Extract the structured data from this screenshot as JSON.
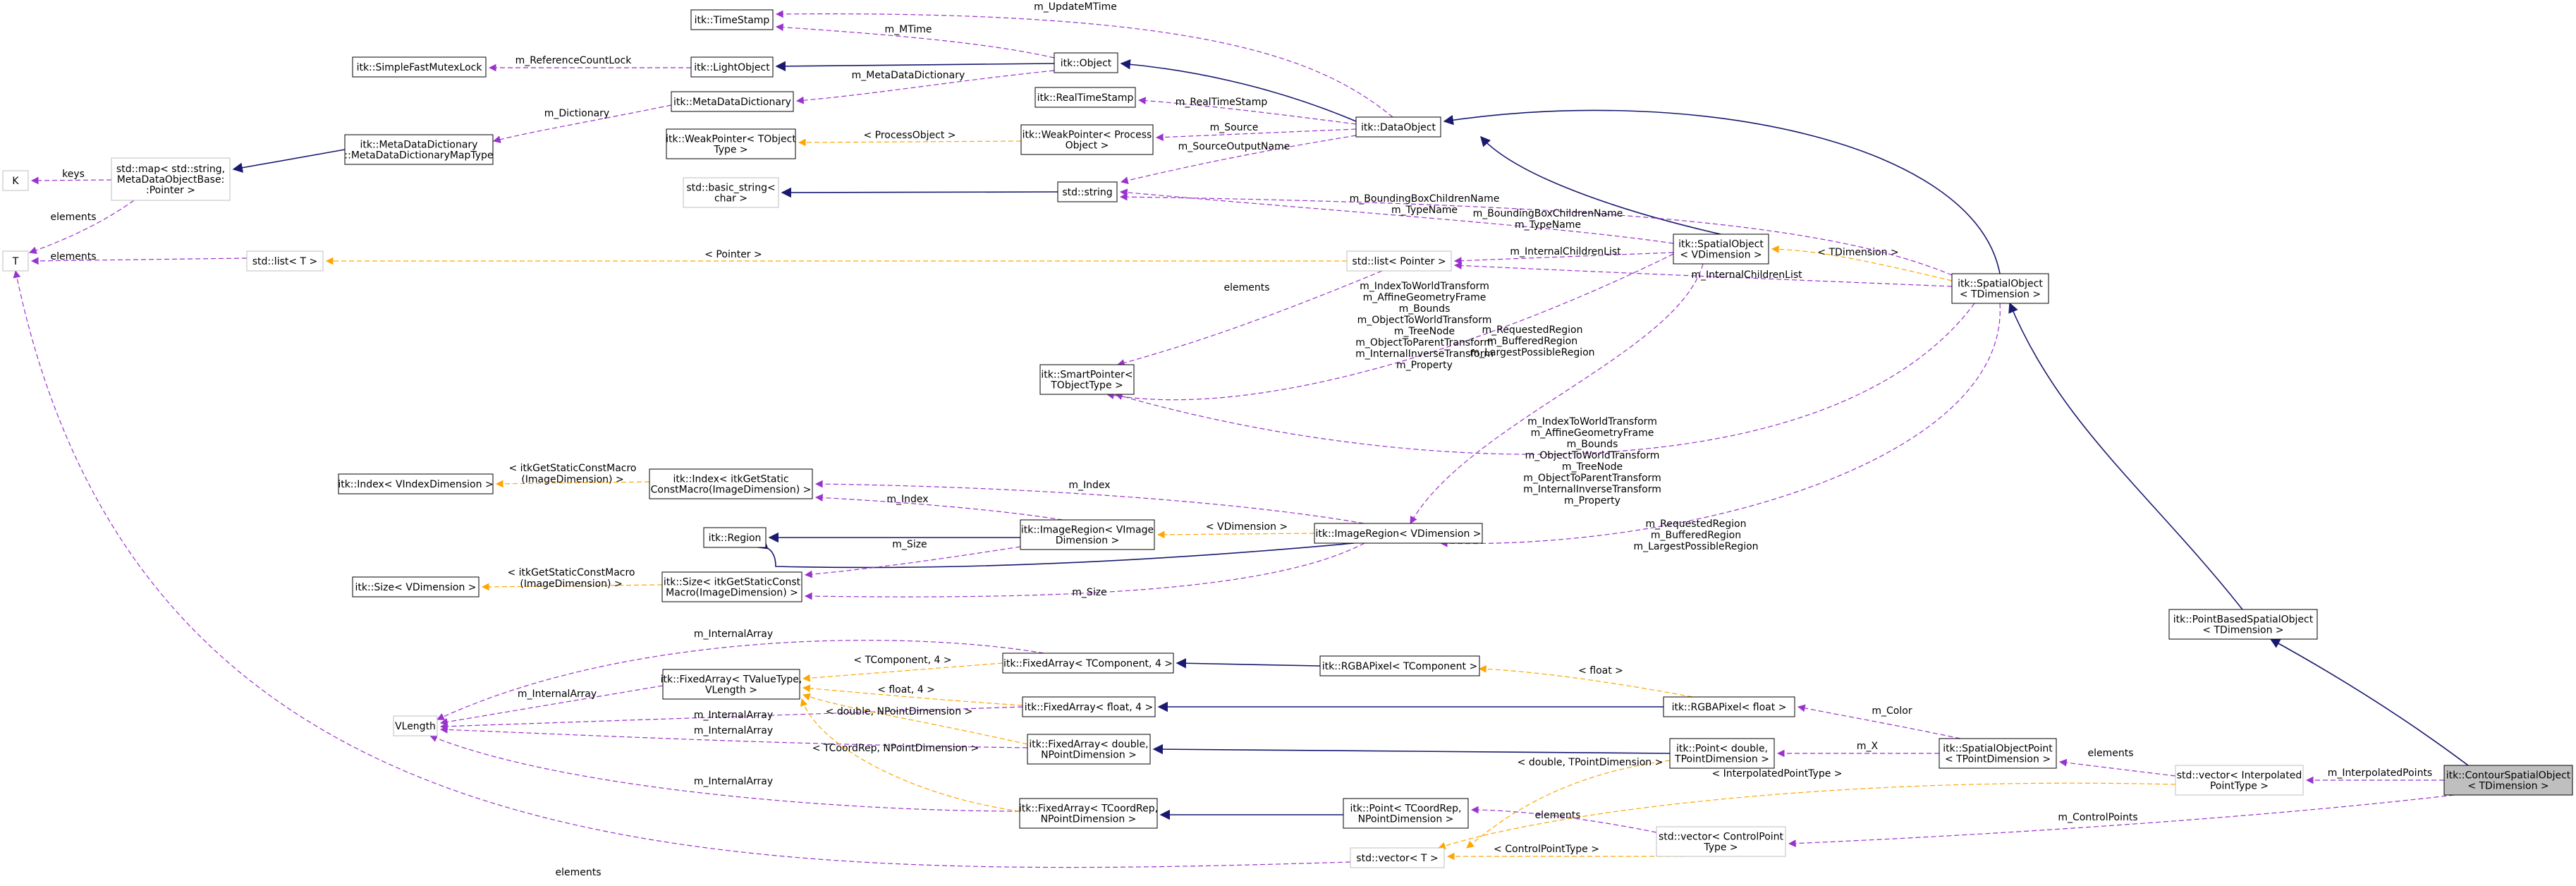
{
  "colors": {
    "inherit": "#191970",
    "member": "#9a32cd",
    "template": "#ffa500",
    "node_border": "#000000",
    "undocumented_border": "#bfbfbf",
    "focus_fill": "#bfbfbf"
  },
  "nodes": [
    {
      "id": "timestamp",
      "lines": [
        "itk::TimeStamp"
      ]
    },
    {
      "id": "mutexlock",
      "lines": [
        "itk::SimpleFastMutexLock"
      ]
    },
    {
      "id": "lightobject",
      "lines": [
        "itk::LightObject"
      ]
    },
    {
      "id": "object",
      "lines": [
        "itk::Object"
      ]
    },
    {
      "id": "metadatadict",
      "lines": [
        "itk::MetaDataDictionary"
      ]
    },
    {
      "id": "realtimestamp",
      "lines": [
        "itk::RealTimeStamp"
      ]
    },
    {
      "id": "dataobject",
      "lines": [
        "itk::DataObject"
      ]
    },
    {
      "id": "weakptr_tobject",
      "lines": [
        "itk::WeakPointer< TObject",
        "Type >"
      ]
    },
    {
      "id": "weakptr_process",
      "lines": [
        "itk::WeakPointer< Process",
        "Object >"
      ]
    },
    {
      "id": "k",
      "lines": [
        "K"
      ]
    },
    {
      "id": "stdmap",
      "lines": [
        "std::map< std::string,",
        "MetaDataObjectBase:",
        ":Pointer >"
      ]
    },
    {
      "id": "mddmaptype",
      "lines": [
        "itk::MetaDataDictionary",
        "::MetaDataDictionaryMapType"
      ]
    },
    {
      "id": "basicstring",
      "lines": [
        "std::basic_string<",
        "char >"
      ]
    },
    {
      "id": "stdstring",
      "lines": [
        "std::string"
      ]
    },
    {
      "id": "t",
      "lines": [
        "T"
      ]
    },
    {
      "id": "stdlist_t",
      "lines": [
        "std::list< T >"
      ]
    },
    {
      "id": "stdlist_ptr",
      "lines": [
        "std::list< Pointer >"
      ]
    },
    {
      "id": "spatialobj_v",
      "lines": [
        "itk::SpatialObject",
        "< VDimension >"
      ]
    },
    {
      "id": "spatialobj_t",
      "lines": [
        "itk::SpatialObject",
        "< TDimension >"
      ]
    },
    {
      "id": "smartptr",
      "lines": [
        "itk::SmartPointer<",
        "TObjectType >"
      ]
    },
    {
      "id": "index_v",
      "lines": [
        "itk::Index< VIndexDimension >"
      ]
    },
    {
      "id": "index_itk",
      "lines": [
        "itk::Index< itkGetStatic",
        "ConstMacro(ImageDimension) >"
      ]
    },
    {
      "id": "region",
      "lines": [
        "itk::Region"
      ]
    },
    {
      "id": "imageregion_vimage",
      "lines": [
        "itk::ImageRegion< VImage",
        "Dimension >"
      ]
    },
    {
      "id": "imageregion_v",
      "lines": [
        "itk::ImageRegion< VDimension >"
      ]
    },
    {
      "id": "size_v",
      "lines": [
        "itk::Size< VDimension >"
      ]
    },
    {
      "id": "size_itk",
      "lines": [
        "itk::Size< itkGetStaticConst",
        "Macro(ImageDimension) >"
      ]
    },
    {
      "id": "fixedarray_tvalue",
      "lines": [
        "itk::FixedArray< TValueType,",
        "VLength >"
      ]
    },
    {
      "id": "vlength",
      "lines": [
        "VLength"
      ]
    },
    {
      "id": "fixedarray_tcomp",
      "lines": [
        "itk::FixedArray< TComponent, 4 >"
      ]
    },
    {
      "id": "rgbapixel_tcomp",
      "lines": [
        "itk::RGBAPixel< TComponent >"
      ]
    },
    {
      "id": "fixedarray_float",
      "lines": [
        "itk::FixedArray< float, 4 >"
      ]
    },
    {
      "id": "rgbapixel_float",
      "lines": [
        "itk::RGBAPixel< float >"
      ]
    },
    {
      "id": "fixedarray_double",
      "lines": [
        "itk::FixedArray< double,",
        "NPointDimension >"
      ]
    },
    {
      "id": "point_double",
      "lines": [
        "itk::Point< double,",
        "TPointDimension >"
      ]
    },
    {
      "id": "spatialobjpoint",
      "lines": [
        "itk::SpatialObjectPoint",
        "< TPointDimension >"
      ]
    },
    {
      "id": "fixedarray_tcoord",
      "lines": [
        "itk::FixedArray< TCoordRep,",
        "NPointDimension >"
      ]
    },
    {
      "id": "point_tcoord",
      "lines": [
        "itk::Point< TCoordRep,",
        "NPointDimension >"
      ]
    },
    {
      "id": "stdvector_t",
      "lines": [
        "std::vector< T >"
      ]
    },
    {
      "id": "stdvector_cp",
      "lines": [
        "std::vector< ControlPoint",
        "Type >"
      ]
    },
    {
      "id": "stdvector_ip",
      "lines": [
        "std::vector< Interpolated",
        "PointType >"
      ]
    },
    {
      "id": "pointbased",
      "lines": [
        "itk::PointBasedSpatialObject",
        "< TDimension >"
      ]
    },
    {
      "id": "contour",
      "lines": [
        "itk::ContourSpatialObject",
        "< TDimension >"
      ]
    }
  ],
  "edges": [
    {
      "id": "e1",
      "kind": "member",
      "lines": [
        "m_UpdateMTime"
      ]
    },
    {
      "id": "e2",
      "kind": "member",
      "lines": [
        "m_MTime"
      ]
    },
    {
      "id": "e3",
      "kind": "member",
      "lines": [
        "m_ReferenceCountLock"
      ]
    },
    {
      "id": "e4",
      "kind": "inherit",
      "lines": []
    },
    {
      "id": "e5",
      "kind": "member",
      "lines": [
        "m_MetaDataDictionary"
      ]
    },
    {
      "id": "e6",
      "kind": "inherit",
      "lines": []
    },
    {
      "id": "e7",
      "kind": "member",
      "lines": [
        "m_Dictionary"
      ]
    },
    {
      "id": "e8",
      "kind": "member",
      "lines": [
        "m_RealTimeStamp"
      ]
    },
    {
      "id": "e9",
      "kind": "template",
      "lines": [
        "< ProcessObject >"
      ]
    },
    {
      "id": "e10",
      "kind": "member",
      "lines": [
        "m_Source"
      ]
    },
    {
      "id": "e11",
      "kind": "member",
      "lines": [
        "m_SourceOutputName"
      ]
    },
    {
      "id": "e12",
      "kind": "inherit",
      "lines": []
    },
    {
      "id": "e13",
      "kind": "member",
      "lines": [
        "keys"
      ]
    },
    {
      "id": "e14",
      "kind": "member",
      "lines": [
        "elements"
      ]
    },
    {
      "id": "e15",
      "kind": "inherit",
      "lines": []
    },
    {
      "id": "e16",
      "kind": "member",
      "lines": [
        "elements"
      ]
    },
    {
      "id": "e17",
      "kind": "template",
      "lines": [
        "< Pointer >"
      ]
    },
    {
      "id": "e18",
      "kind": "member",
      "lines": [
        "m_BoundingBoxChildrenName",
        "m_TypeName"
      ]
    },
    {
      "id": "e19",
      "kind": "inherit",
      "lines": []
    },
    {
      "id": "e20",
      "kind": "member",
      "lines": [
        "m_InternalChildrenList"
      ]
    },
    {
      "id": "e21",
      "kind": "member",
      "lines": [
        "m_InternalChildrenList"
      ]
    },
    {
      "id": "e22",
      "kind": "template",
      "lines": [
        "< TDimension >"
      ]
    },
    {
      "id": "e23",
      "kind": "member",
      "lines": [
        "m_BoundingBoxChildrenName",
        "m_TypeName"
      ]
    },
    {
      "id": "e24",
      "kind": "inherit",
      "lines": []
    },
    {
      "id": "e25",
      "kind": "member",
      "lines": [
        "elements"
      ]
    },
    {
      "id": "e26",
      "kind": "member",
      "lines": [
        "m_IndexToWorldTransform",
        "m_AffineGeometryFrame",
        "m_Bounds",
        "m_ObjectToWorldTransform",
        "m_TreeNode",
        "m_ObjectToParentTransform",
        "m_InternalInverseTransform",
        "m_Property"
      ]
    },
    {
      "id": "e27",
      "kind": "member",
      "lines": [
        "m_IndexToWorldTransform",
        "m_AffineGeometryFrame",
        "m_Bounds",
        "m_ObjectToWorldTransform",
        "m_TreeNode",
        "m_ObjectToParentTransform",
        "m_InternalInverseTransform",
        "m_Property"
      ]
    },
    {
      "id": "e28",
      "kind": "member",
      "lines": [
        "m_RequestedRegion",
        "m_BufferedRegion",
        "m_LargestPossibleRegion"
      ]
    },
    {
      "id": "e29",
      "kind": "member",
      "lines": [
        "m_RequestedRegion",
        "m_BufferedRegion",
        "m_LargestPossibleRegion"
      ]
    },
    {
      "id": "e30",
      "kind": "template",
      "lines": [
        "< itkGetStaticConstMacro",
        "(ImageDimension) >"
      ]
    },
    {
      "id": "e31",
      "kind": "member",
      "lines": [
        "m_Index"
      ]
    },
    {
      "id": "e32",
      "kind": "member",
      "lines": [
        "m_Index"
      ]
    },
    {
      "id": "e33",
      "kind": "inherit",
      "lines": []
    },
    {
      "id": "e34",
      "kind": "inherit",
      "lines": []
    },
    {
      "id": "e35",
      "kind": "template",
      "lines": [
        "< VDimension >"
      ]
    },
    {
      "id": "e36",
      "kind": "member",
      "lines": [
        "m_Size"
      ]
    },
    {
      "id": "e37",
      "kind": "member",
      "lines": [
        "m_Size"
      ]
    },
    {
      "id": "e38",
      "kind": "template",
      "lines": [
        "< itkGetStaticConstMacro",
        "(ImageDimension) >"
      ]
    },
    {
      "id": "e39",
      "kind": "member",
      "lines": [
        "m_InternalArray"
      ]
    },
    {
      "id": "e40",
      "kind": "member",
      "lines": [
        "m_InternalArray"
      ]
    },
    {
      "id": "e41",
      "kind": "member",
      "lines": [
        "m_InternalArray"
      ]
    },
    {
      "id": "e42",
      "kind": "member",
      "lines": [
        "m_InternalArray"
      ]
    },
    {
      "id": "e43",
      "kind": "member",
      "lines": [
        "m_InternalArray"
      ]
    },
    {
      "id": "e44",
      "kind": "template",
      "lines": [
        "< TComponent, 4 >"
      ]
    },
    {
      "id": "e45",
      "kind": "template",
      "lines": [
        "< float, 4 >"
      ]
    },
    {
      "id": "e46",
      "kind": "template",
      "lines": [
        "< double, NPointDimension >"
      ]
    },
    {
      "id": "e47",
      "kind": "template",
      "lines": [
        "< TCoordRep, NPointDimension >"
      ]
    },
    {
      "id": "e48",
      "kind": "inherit",
      "lines": []
    },
    {
      "id": "e49",
      "kind": "template",
      "lines": [
        "< float >"
      ]
    },
    {
      "id": "e50",
      "kind": "inherit",
      "lines": []
    },
    {
      "id": "e51",
      "kind": "member",
      "lines": [
        "m_Color"
      ]
    },
    {
      "id": "e52",
      "kind": "inherit",
      "lines": []
    },
    {
      "id": "e53",
      "kind": "template",
      "lines": [
        "< double, TPointDimension >"
      ]
    },
    {
      "id": "e54",
      "kind": "member",
      "lines": [
        "m_X"
      ]
    },
    {
      "id": "e55",
      "kind": "inherit",
      "lines": []
    },
    {
      "id": "e56",
      "kind": "member",
      "lines": [
        "elements"
      ]
    },
    {
      "id": "e57",
      "kind": "member",
      "lines": [
        "elements"
      ]
    },
    {
      "id": "e58",
      "kind": "template",
      "lines": [
        "< ControlPointType >"
      ]
    },
    {
      "id": "e59",
      "kind": "template",
      "lines": [
        "< InterpolatedPointType >"
      ]
    },
    {
      "id": "e60",
      "kind": "member",
      "lines": [
        "elements"
      ]
    },
    {
      "id": "e61",
      "kind": "inherit",
      "lines": []
    },
    {
      "id": "e62",
      "kind": "inherit",
      "lines": []
    },
    {
      "id": "e63",
      "kind": "member",
      "lines": [
        "m_InterpolatedPoints"
      ]
    },
    {
      "id": "e64",
      "kind": "member",
      "lines": [
        "m_ControlPoints"
      ]
    }
  ]
}
